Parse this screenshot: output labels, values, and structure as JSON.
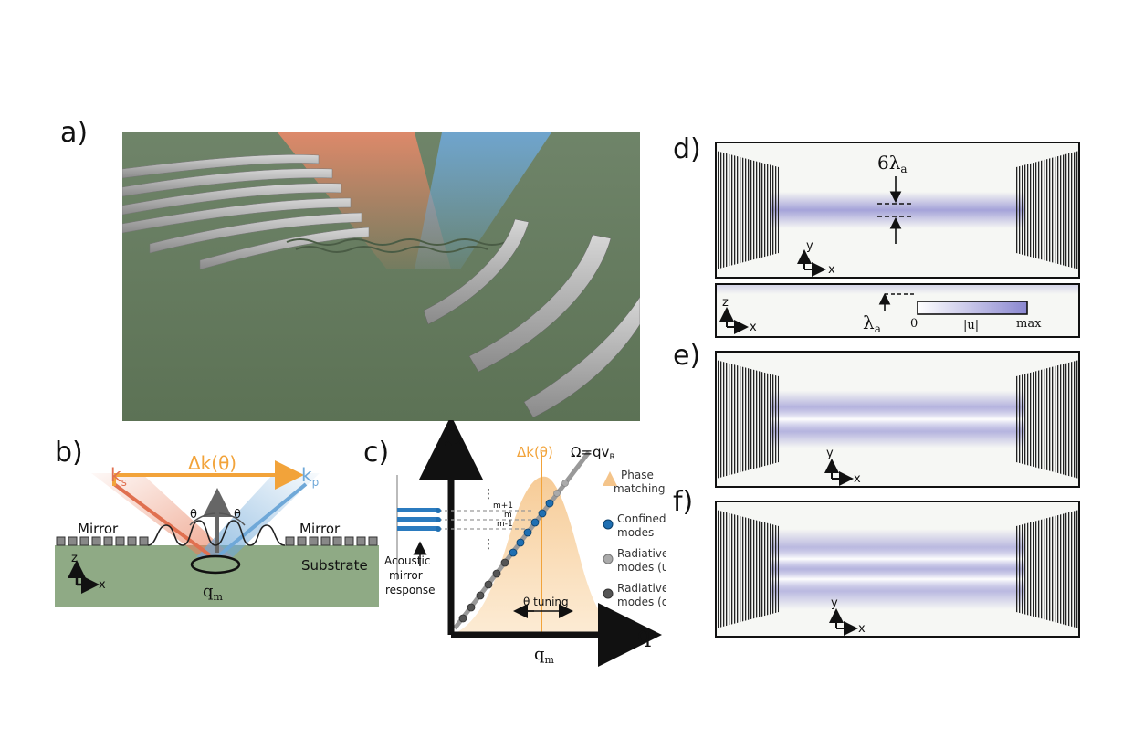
{
  "panels": {
    "a": {
      "label": "a)"
    },
    "b": {
      "label": "b)",
      "ks": "k",
      "ks_sub": "s",
      "kp": "k",
      "kp_sub": "p",
      "delta_k": "Δk(θ)",
      "theta_left": "θ",
      "theta_right": "θ",
      "mirror_left": "Mirror",
      "mirror_right": "Mirror",
      "substrate": "Substrate",
      "axis_z": "z",
      "axis_x": "x",
      "qm": "q",
      "qm_sub": "m"
    },
    "c": {
      "label": "c)",
      "y_axis": "Ω",
      "x_axis": "q",
      "qm": "q",
      "qm_sub": "m",
      "delta_k": "Δk(θ)",
      "dispersion": "Ω=qv",
      "dispersion_sub": "R",
      "mode_m_plus": "m+1",
      "mode_m": "m",
      "mode_m_minus": "m-1",
      "theta_tuning": "θ tuning",
      "mirror_response_1": "Acoustic",
      "mirror_response_2": "mirror",
      "mirror_response_3": "response",
      "legend": [
        {
          "l1": "Phase",
          "l2": "matching",
          "color": "#f4c48a"
        },
        {
          "l1": "Confined",
          "l2": "modes",
          "color": "#1f6fb2"
        },
        {
          "l1": "Radiative",
          "l2": "modes (undriven)",
          "color": "#a9a9a9"
        },
        {
          "l1": "Radiative",
          "l2": "modes (driven)",
          "color": "#555555"
        }
      ]
    },
    "d": {
      "label": "d)",
      "six_lambda": "6λ",
      "six_lambda_sub": "a",
      "axis_y": "y",
      "axis_x": "x",
      "axis_z": "z",
      "lambda_a": "λ",
      "lambda_a_sub": "a",
      "colorbar_min": "0",
      "colorbar_label": "|u|",
      "colorbar_max": "max"
    },
    "e": {
      "label": "e)",
      "axis_y": "y",
      "axis_x": "x"
    },
    "f": {
      "label": "f)",
      "axis_y": "y",
      "axis_x": "x"
    }
  },
  "colors": {
    "substrate": "#8faa85",
    "red_beam": "#e8805e",
    "blue_beam": "#6fa8d8",
    "orange": "#f2a33a",
    "mode_purple": "#8a87d0"
  }
}
